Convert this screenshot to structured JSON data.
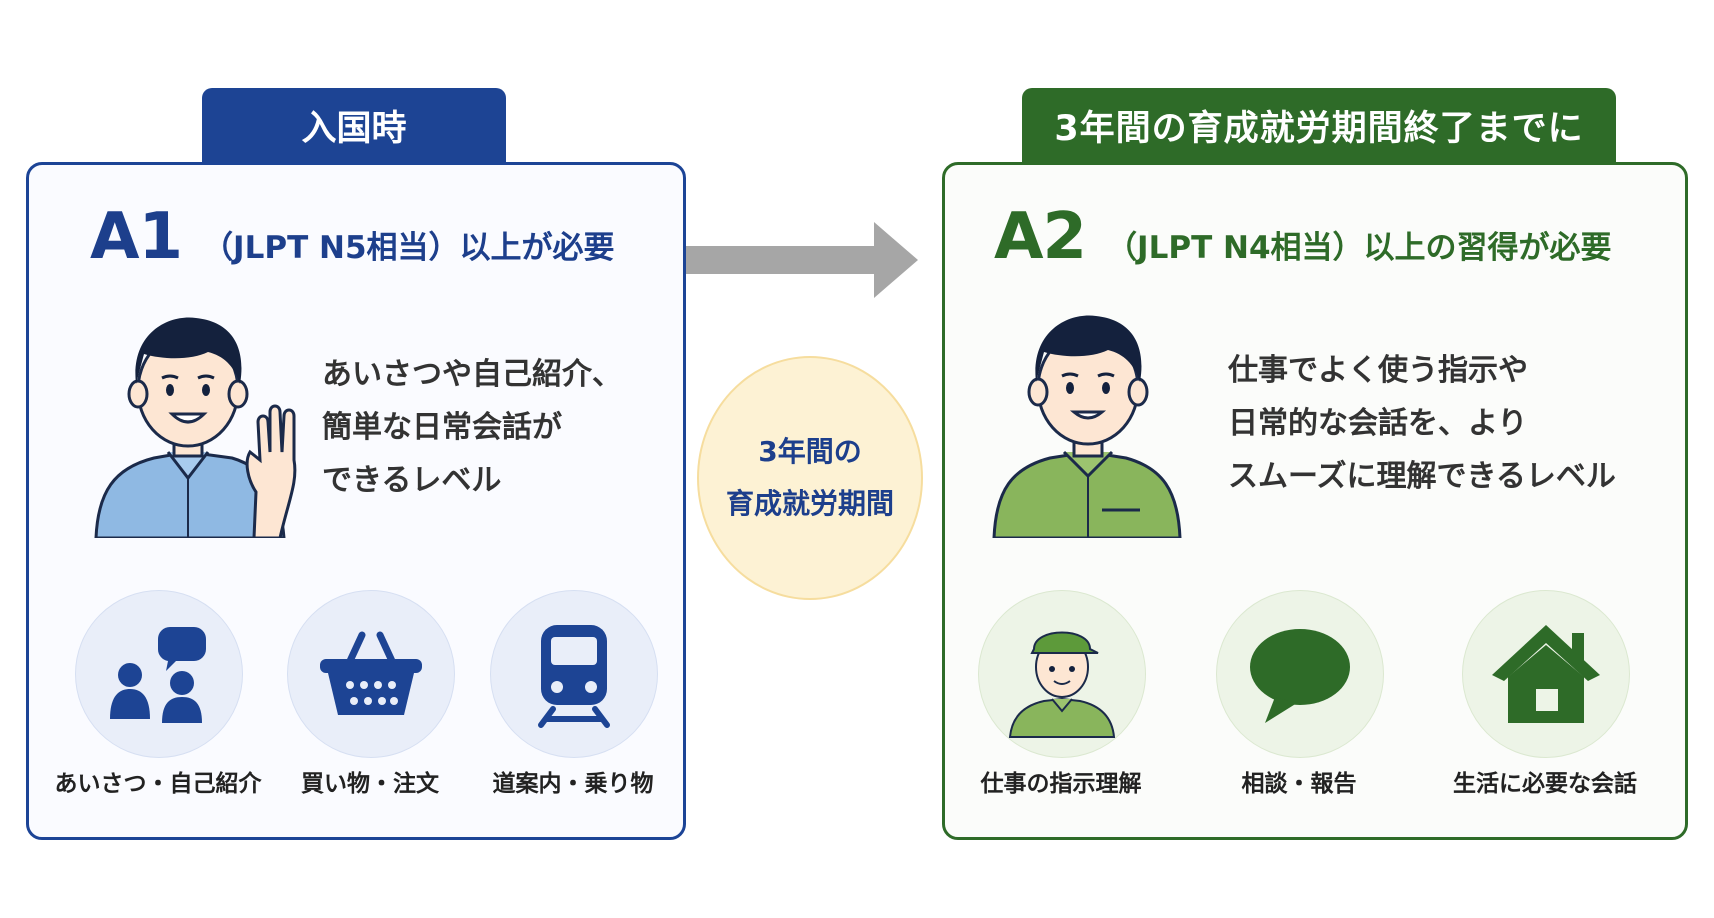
{
  "colors": {
    "blue": "#1d4494",
    "green": "#2e6b28",
    "arrow": "#a6a6a6",
    "period_fill": "#fdf2d4"
  },
  "left": {
    "tab_label": "入国時",
    "level": "A1",
    "requirement": "（JLPT N5相当）以上が必要",
    "description": [
      "あいさつや自己紹介、",
      "簡単な日常会話が",
      "できるレベル"
    ],
    "icons": [
      {
        "icon": "people-chat-icon",
        "label": "あいさつ・自己紹介"
      },
      {
        "icon": "shopping-basket-icon",
        "label": "買い物・注文"
      },
      {
        "icon": "train-icon",
        "label": "道案内・乗り物"
      }
    ]
  },
  "middle": {
    "period_lines": [
      "3年間の",
      "育成就労期間"
    ]
  },
  "right": {
    "tab_label": "3年間の育成就労期間終了までに",
    "level": "A2",
    "requirement": "（JLPT N4相当）以上の習得が必要",
    "description": [
      "仕事でよく使う指示や",
      "日常的な会話を、より",
      "スムーズに理解できるレベル"
    ],
    "icons": [
      {
        "icon": "worker-icon",
        "label": "仕事の指示理解"
      },
      {
        "icon": "speech-bubble-icon",
        "label": "相談・報告"
      },
      {
        "icon": "house-icon",
        "label": "生活に必要な会話"
      }
    ]
  }
}
